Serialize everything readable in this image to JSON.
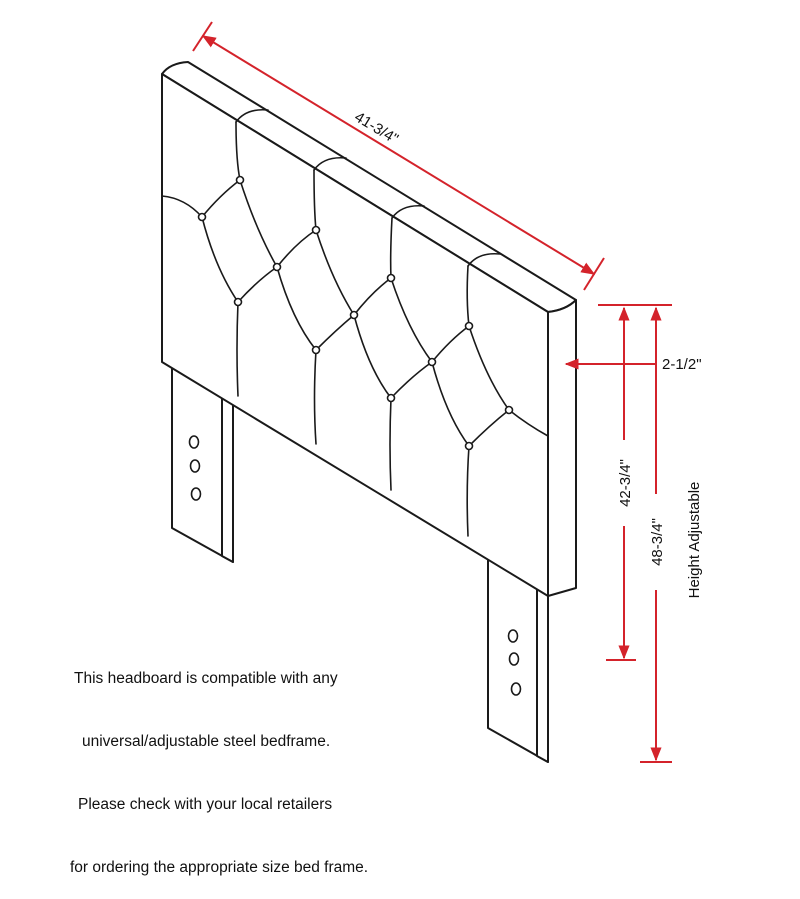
{
  "dimensions": {
    "width": "41-3/4\"",
    "depth": "2-1/2\"",
    "panel_height": "42-3/4\"",
    "overall_height": "48-3/4\"",
    "height_label": "Height Adjustable"
  },
  "note": {
    "lines": [
      "This headboard is compatible with any",
      "universal/adjustable steel bedframe.",
      "Please check with your local retailers",
      "for ordering the appropriate size bed frame."
    ]
  },
  "colors": {
    "dimension_lines": "#d4232b",
    "outline": "#1a1a1a"
  }
}
